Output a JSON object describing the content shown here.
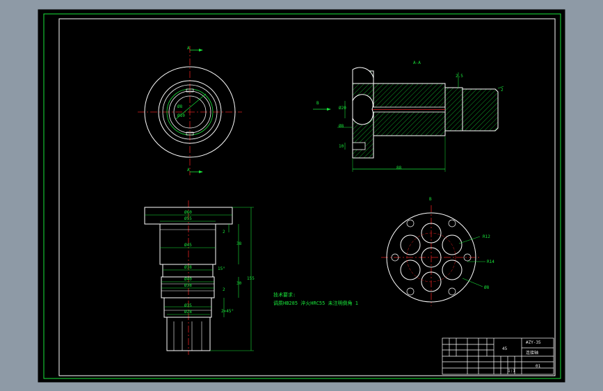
{
  "section_label": "A-A",
  "view_label_b": "B",
  "arrow_label_b": "B",
  "section_marks": {
    "top": "A",
    "bottom": "A"
  },
  "dims": {
    "top_view": {
      "d1": "Ø8",
      "d2": "Ø10"
    },
    "section": {
      "left_a": "Ø20",
      "left_b": "Ø8",
      "left_c": "10",
      "right_t": "2.5",
      "length": "88",
      "tail": "2"
    },
    "front": {
      "d60": "Ø60",
      "d55": "Ø55",
      "d45": "Ø45",
      "d38a": "Ø38",
      "d40": "Ø40",
      "d38b": "Ø38",
      "d35": "Ø35",
      "d28": "Ø28",
      "h2": "2",
      "h38": "38",
      "h30": "30",
      "h155": "155",
      "h2b": "2",
      "ch": "2×45°",
      "ang": "15°"
    },
    "b_view": {
      "r1": "R12",
      "r2": "R14",
      "r3": "Ø8"
    }
  },
  "tech_req": {
    "title": "技术要求:",
    "line": "调质HB285    淬火HRC55    未注明倒角 1"
  },
  "title_block": {
    "part_no": "#ZY-35",
    "scale": "1:1",
    "material": "45",
    "name": "连接轴",
    "sheet": "01"
  },
  "colors": {
    "frame": "#19e63a",
    "geometry": "#ffffff",
    "centerline": "#e02020",
    "hatch": "#19e63a"
  }
}
